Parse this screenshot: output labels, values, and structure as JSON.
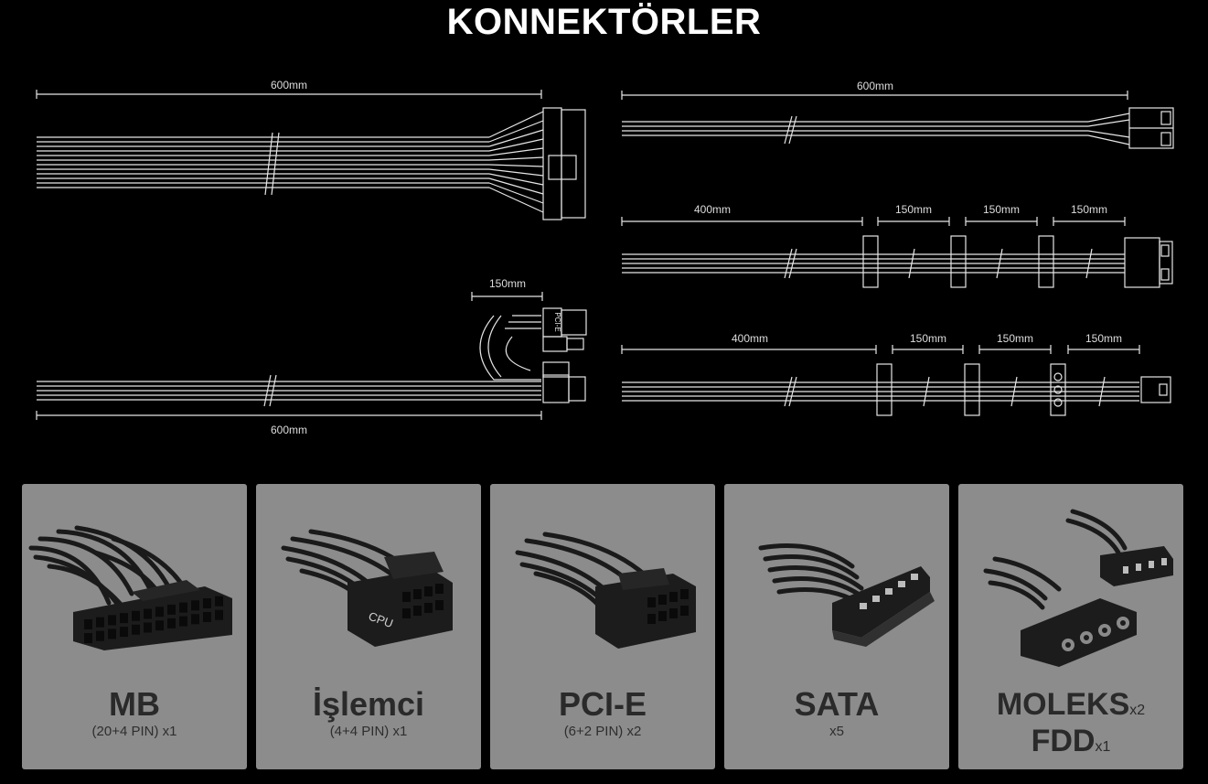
{
  "title": "KONNEKTÖRLER",
  "dimensions": {
    "mb_length": "600mm",
    "pcie_split": "150mm",
    "pcie_length": "600mm",
    "cpu_length": "600mm",
    "sata_first": "400mm",
    "sata_seg1": "150mm",
    "sata_seg2": "150mm",
    "sata_seg3": "150mm",
    "molex_first": "400mm",
    "molex_seg1": "150mm",
    "molex_seg2": "150mm",
    "molex_seg3": "150mm"
  },
  "pcie_connector_label": "PCI-E",
  "cpu_connector_label": "CPU",
  "cards": [
    {
      "name": "MB",
      "spec": "(20+4 PIN) x1"
    },
    {
      "name": "İşlemci",
      "spec": "(4+4 PIN) x1"
    },
    {
      "name": "PCI-E",
      "spec": "(6+2 PIN) x2"
    },
    {
      "name": "SATA",
      "spec": "x5"
    },
    {
      "name": "MOLEKS",
      "name_suffix": "x2",
      "name2": "FDD",
      "name2_suffix": "x1"
    }
  ],
  "colors": {
    "background": "#000000",
    "card": "#8c8c8c",
    "card_text": "#2a2a2a",
    "line": "#e6e6e6"
  }
}
